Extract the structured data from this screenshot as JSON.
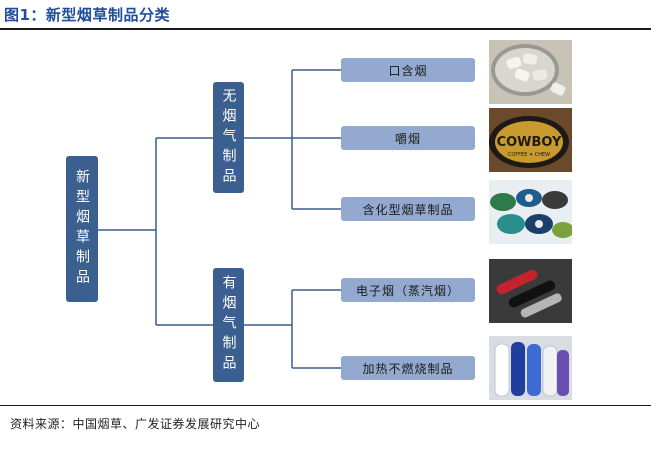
{
  "figure_title": "图1：新型烟草制品分类",
  "root": {
    "label": "新型烟草制品"
  },
  "groups": [
    {
      "label": "无烟气制品",
      "items": [
        {
          "label": "口含烟",
          "image": "snus-pouches-tin-photo"
        },
        {
          "label": "嚼烟",
          "image": "cowboy-chew-tin-photo"
        },
        {
          "label": "含化型烟草制品",
          "image": "dissolvable-tobacco-tins-photo"
        }
      ]
    },
    {
      "label": "有烟气制品",
      "items": [
        {
          "label": "电子烟（蒸汽烟）",
          "image": "e-cigarette-devices-photo"
        },
        {
          "label": "加热不燃烧制品",
          "image": "heated-tobacco-devices-photo"
        }
      ]
    }
  ],
  "source_note": "资料来源：中国烟草、广发证券发展研究中心",
  "colors": {
    "title": "#1f4e9a",
    "dark_box": "#3b5f8e",
    "light_box": "#93a9cf",
    "connector": "#3b5f8e"
  }
}
